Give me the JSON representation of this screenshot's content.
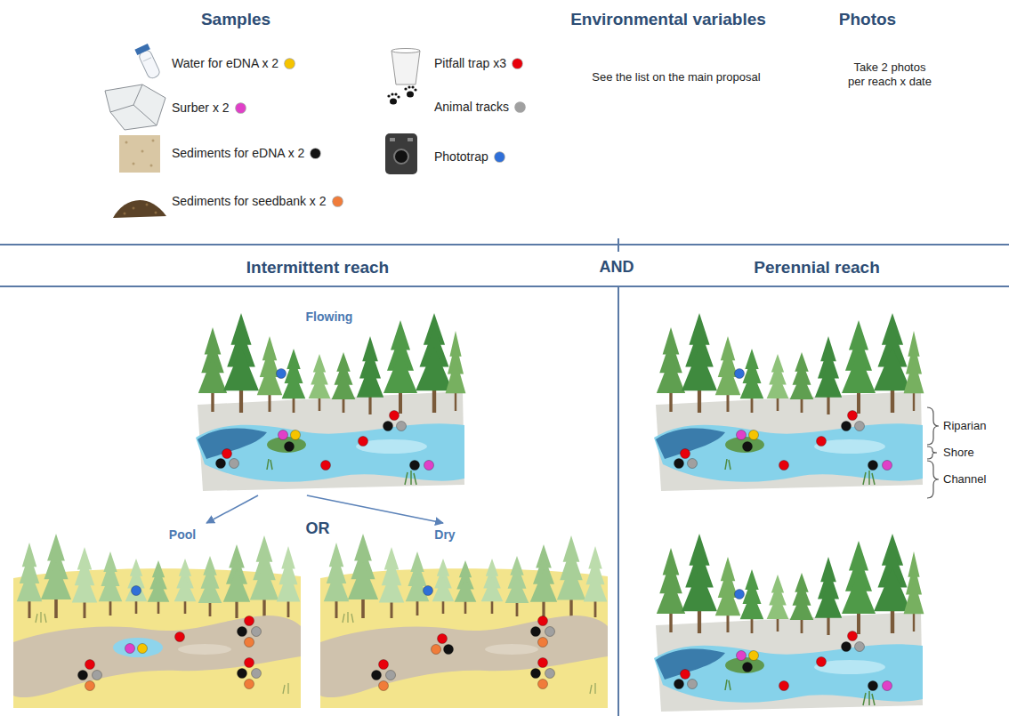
{
  "diagram": {
    "nodes": [
      {
        "text": [
          "Intermittent reach"
        ]
      },
      {
        "text": [
          "Flowing"
        ],
        "in": 0
      },
      {
        "text": [
          "Pool"
        ],
        "in": 0
      },
      {
        "text": [
          "Dry"
        ],
        "in": 0
      },
      {
        "text": [
          "Perennial reach"
        ]
      }
    ],
    "edges": [
      {
        "from": 1,
        "to": 2,
        "arrow": "to"
      },
      {
        "from": 1,
        "to": 3,
        "arrow": "to"
      }
    ],
    "labels": [
      "Samples",
      "Environmental variables",
      "See the list on the main proposal",
      "Photos",
      "Take 2 photos per reach x date",
      "AND",
      "OR",
      "Riparian",
      "Shore",
      "Channel"
    ],
    "legend": [
      {
        "text": "Water for eDNA x 2",
        "color": "#f5c400"
      },
      {
        "text": "Surber x 2",
        "color": "#e040c8"
      },
      {
        "text": "Sediments for eDNA x 2",
        "color": "#111111"
      },
      {
        "text": "Sediments for seedbank x 2",
        "color": "#f07c3a"
      },
      {
        "text": "Pitfall trap x3",
        "color": "#e8000b"
      },
      {
        "text": "Animal tracks",
        "color": "#a0a0a0"
      },
      {
        "text": "Phototrap",
        "color": "#2f6fd8"
      }
    ]
  }
}
